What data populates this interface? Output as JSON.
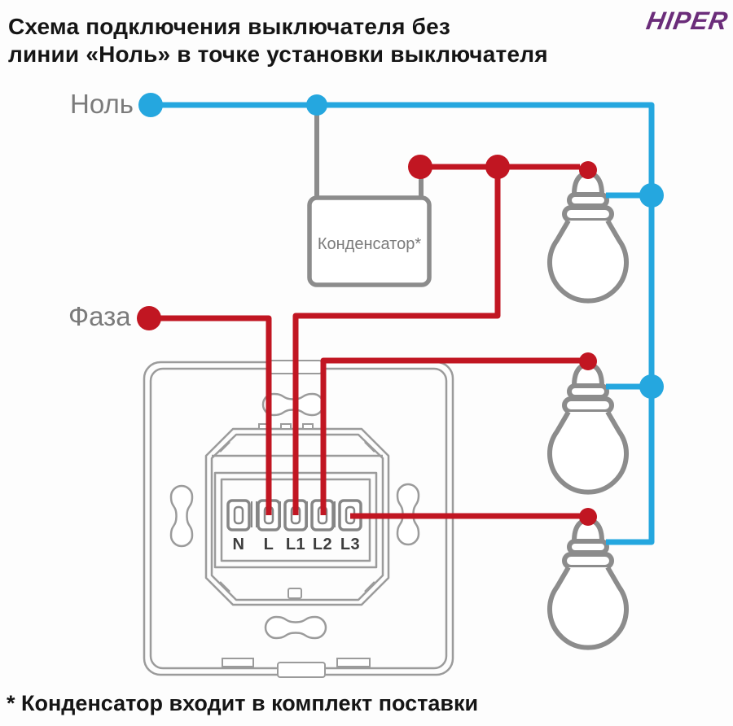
{
  "header": {
    "title": "Схема подключения выключателя без\nлинии «Ноль» в точке установки выключателя",
    "logo": "HIPER"
  },
  "diagram": {
    "neutral_label": "Ноль",
    "phase_label": "Фаза",
    "capacitor_label": "Конденсатор*",
    "terminals": [
      "N",
      "L",
      "L1",
      "L2",
      "L3"
    ],
    "lamp_count": 3
  },
  "footnote": "* Конденсатор входит в комплект поставки",
  "colors": {
    "blue": "#25a7df",
    "red": "#c11622",
    "gray": "#8c8c8c",
    "frame": "#9b9b9b",
    "logo": "#6b2d7a",
    "text": "#151515",
    "label": "#7b7b7b"
  }
}
